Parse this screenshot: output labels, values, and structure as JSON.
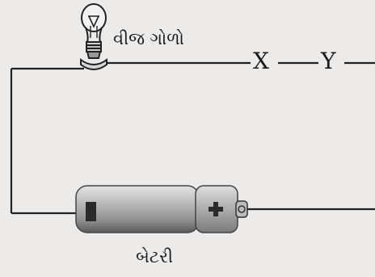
{
  "labels": {
    "bulb": "વીજ ગોળો",
    "battery": "બેટરી",
    "point_x": "X",
    "point_y": "Y",
    "battery_negative": "-",
    "battery_positive": "+"
  },
  "colors": {
    "wire": "#222222",
    "background": "#ecebea",
    "battery_body": "#b7b7b7",
    "battery_shade": "#6c6c6c"
  },
  "icons": [
    "light-bulb-icon",
    "battery-icon"
  ]
}
